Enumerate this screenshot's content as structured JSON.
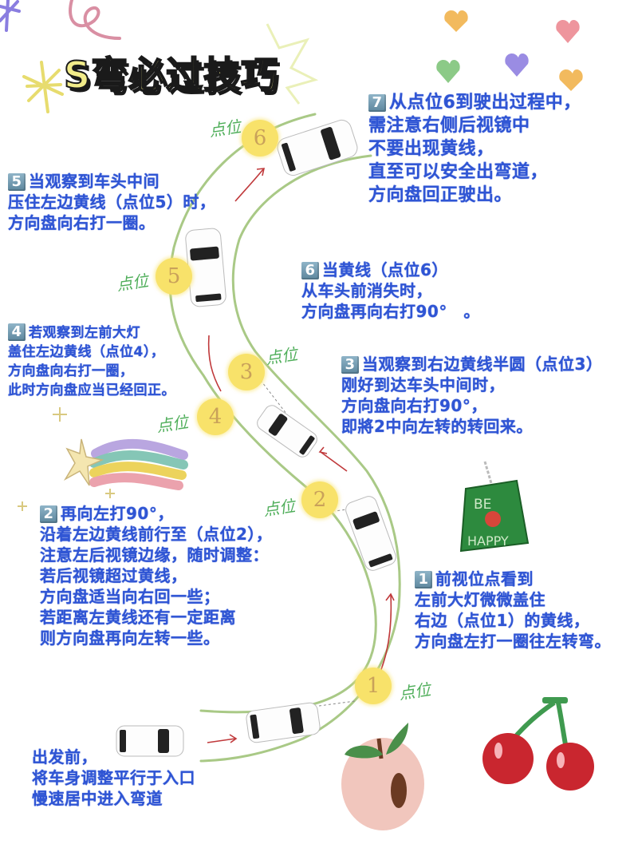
{
  "title": "S弯必过技巧",
  "steps": {
    "start": {
      "lines": [
        "出发前，",
        "将车身调整平行于入口",
        "慢速居中进入弯道"
      ]
    },
    "s1": {
      "badge": "1",
      "lines": [
        "前视位点看到",
        "左前大灯微微盖住",
        "右边（点位1）的黄线，",
        "方向盘左打一圈往左转弯。"
      ]
    },
    "s2": {
      "badge": "2",
      "lines": [
        "再向左打90°，",
        "沿着左边黄线前行至（点位2），",
        "注意左后视镜边缘，随时调整：",
        "若后视镜超过黄线，",
        "方向盘适当向右回一些；",
        "若距离左黄线还有一定距离",
        "则方向盘再向左转一些。"
      ]
    },
    "s3": {
      "badge": "3",
      "lines": [
        "当观察到右边黄线半圆（点位3）",
        "刚好到达车头中间时，",
        "方向盘向右打90°，",
        "即將2中向左转的转回来。"
      ]
    },
    "s4": {
      "badge": "4",
      "lines": [
        "若观察到左前大灯",
        "盖住左边黄线（点位4），",
        "方向盘向右打一圈，",
        "此时方向盘应当已经回正。"
      ]
    },
    "s5": {
      "badge": "5",
      "lines": [
        "当观察到车头中间",
        "压住左边黄线（点位5）时，",
        "方向盘向右打一圈。"
      ]
    },
    "s6": {
      "badge": "6",
      "lines": [
        "当黄线（点位6）",
        "从车头前消失时，",
        "方向盘再向右打90°　。"
      ]
    },
    "s7": {
      "badge": "7",
      "lines": [
        "从点位6到驶出过程中，",
        "需注意右侧后视镜中",
        "不要出现黄线，",
        "直至可以安全出弯道，",
        "方向盘回正驶出。"
      ]
    }
  },
  "markers": [
    {
      "num": "1",
      "label": "点位"
    },
    {
      "num": "2",
      "label": "点位"
    },
    {
      "num": "3",
      "label": "点位"
    },
    {
      "num": "4",
      "label": "点位"
    },
    {
      "num": "5",
      "label": "点位"
    },
    {
      "num": "6",
      "label": "点位"
    }
  ],
  "decorations": {
    "juice_box_text_top": "BE",
    "juice_box_text_bottom": "HAPPY"
  },
  "colors": {
    "text_blue": "#2f55d4",
    "marker_yellow": "#f8e26a",
    "road_line_green": "#a9c986",
    "arrow_red": "#c0393b",
    "label_green": "#4fae5a",
    "title_fill": "#f2ec8a"
  }
}
